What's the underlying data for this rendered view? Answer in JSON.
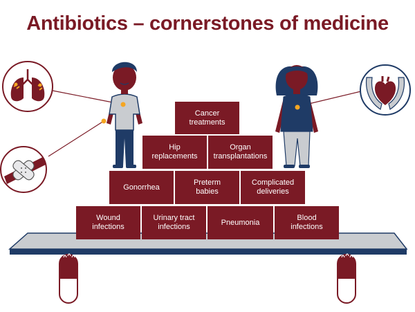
{
  "title": "Antibiotics – cornerstones of medicine",
  "colors": {
    "accent": "#7a1a25",
    "navy": "#1f3b66",
    "gray": "#c9ccd0",
    "orange": "#f5a623",
    "white": "#ffffff"
  },
  "icons": {
    "lungs": "lungs-icon",
    "bandage": "bandage-icon",
    "heart_hands": "heart-in-hands-icon",
    "capsule": "capsule-icon"
  },
  "pyramid": {
    "row_top": [
      {
        "label": "Cancer\ntreatments"
      }
    ],
    "row_upper": [
      {
        "label": "Hip\nreplacements"
      },
      {
        "label": "Organ\ntransplantations"
      }
    ],
    "row_middle": [
      {
        "label": "Gonorrhea"
      },
      {
        "label": "Preterm\nbabies"
      },
      {
        "label": "Complicated\ndeliveries"
      }
    ],
    "row_bottom": [
      {
        "label": "Wound\ninfections"
      },
      {
        "label": "Urinary tract\ninfections"
      },
      {
        "label": "Pneumonia"
      },
      {
        "label": "Blood\ninfections"
      }
    ]
  }
}
